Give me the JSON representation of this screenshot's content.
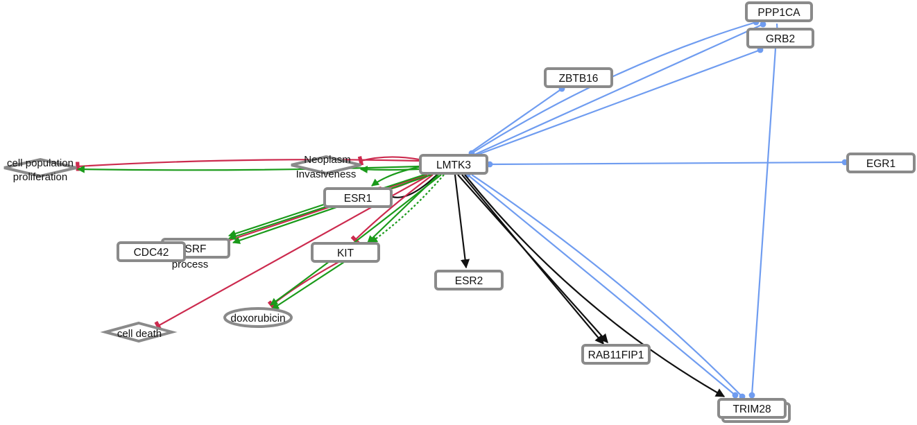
{
  "title": "LMTK3 interaction network",
  "colors": {
    "activation": "#1a9a1a",
    "inhibition": "#cc2a4e",
    "binding": "#6f9cf0",
    "causation": "#111111",
    "node_border": "#8a8a8a"
  },
  "nodes": {
    "lmtk3": "LMTK3",
    "ppp1ca": "PPP1CA",
    "grb2": "GRB2",
    "zbtb16": "ZBTB16",
    "egr1": "EGR1",
    "esr1": "ESR1",
    "esr2": "ESR2",
    "kit": "KIT",
    "cdc42": "CDC42",
    "srf": "SRF",
    "rab11fip1": "RAB11FIP1",
    "trim28": "TRIM28",
    "cell_pop_line1": "cell population",
    "cell_pop_line2": "proliferation",
    "neoplasm_line1": "Neoplasm",
    "neoplasm_line2": "Invasiveness",
    "process": "process",
    "doxorubicin": "doxorubicin",
    "cell_death": "cell death"
  }
}
